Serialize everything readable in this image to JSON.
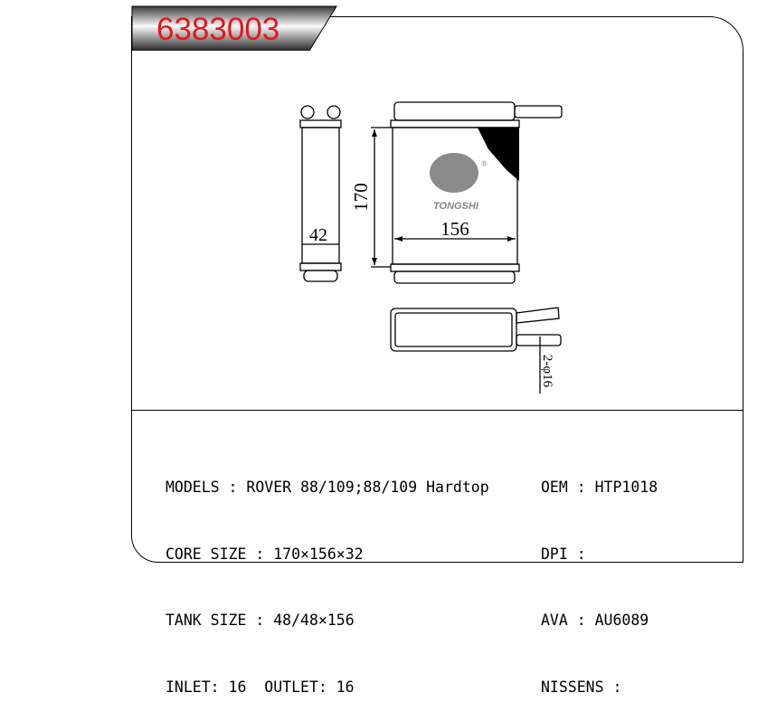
{
  "part_number": "6383003",
  "diagram": {
    "side_width": "42",
    "height": "170",
    "width": "156",
    "pipe_diameter": "2-φ16",
    "logo_text": "TONGSHI",
    "logo_mark": "®"
  },
  "specs_left": [
    {
      "label": "MODELS",
      "sep": " : ",
      "value": "ROVER 88/109;88/109 Hardtop"
    },
    {
      "label": "CORE SIZE",
      "sep": " : ",
      "value": "170×156×32"
    },
    {
      "label": "TANK SIZE",
      "sep": " : ",
      "value": "48/48×156"
    },
    {
      "label": "INLET",
      "sep": ": ",
      "value": "16  OUTLET: 16"
    }
  ],
  "specs_right": [
    {
      "label": "OEM",
      "sep": " : ",
      "value": "HTP1018"
    },
    {
      "label": "DPI",
      "sep": " : ",
      "value": ""
    },
    {
      "label": "AVA",
      "sep": " : ",
      "value": "AU6089"
    },
    {
      "label": "NISSENS",
      "sep": " : ",
      "value": ""
    }
  ]
}
